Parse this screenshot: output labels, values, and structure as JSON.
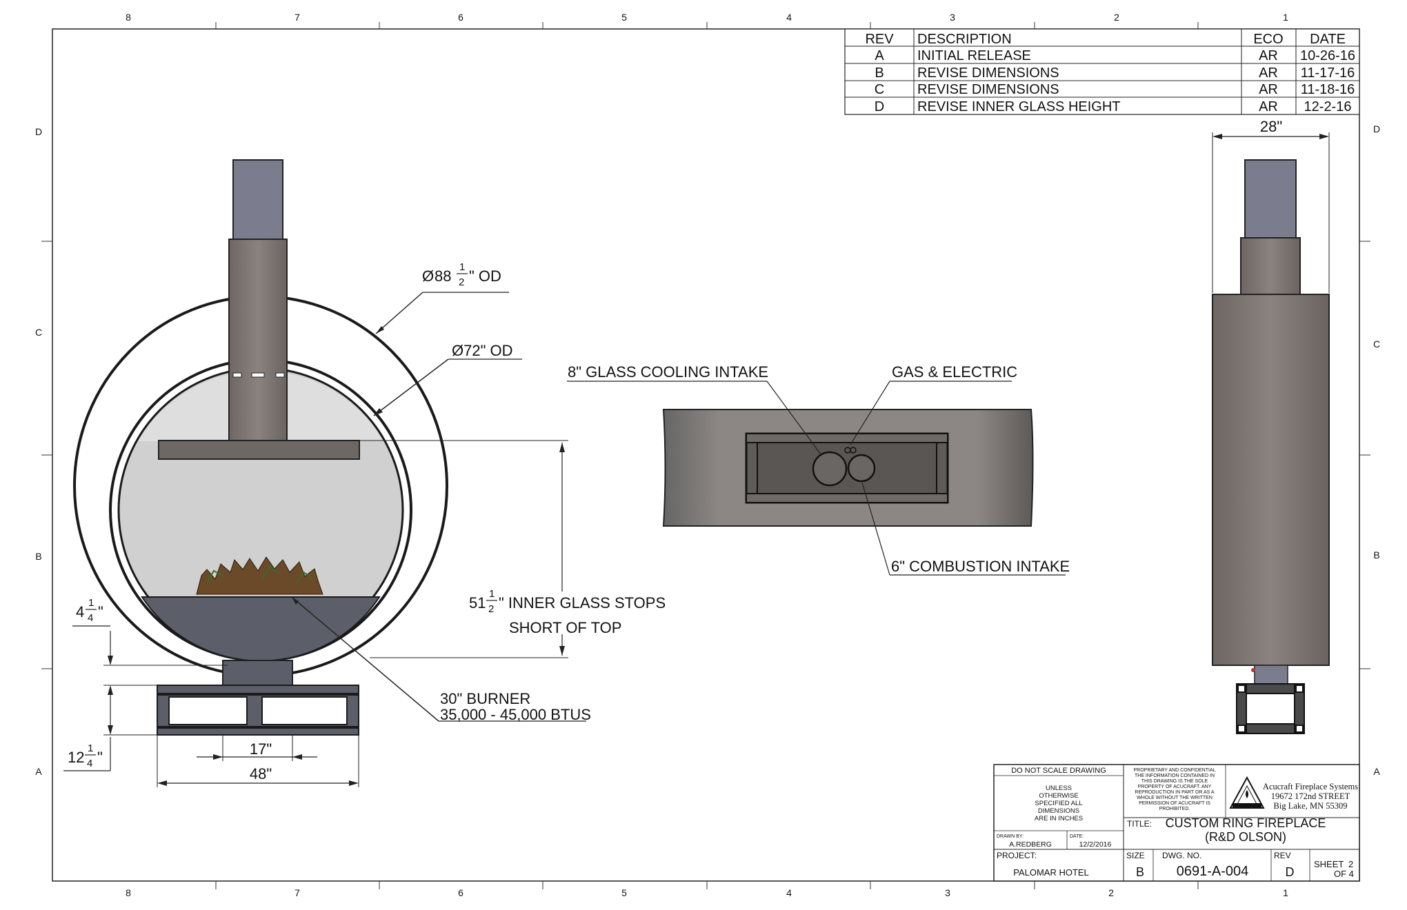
{
  "zones": {
    "top": [
      "8",
      "7",
      "6",
      "5",
      "4",
      "3",
      "2",
      "1"
    ],
    "bottom": [
      "8",
      "7",
      "6",
      "5",
      "4",
      "3",
      "2",
      "1"
    ],
    "left": [
      "D",
      "C",
      "B",
      "A"
    ],
    "right": [
      "D",
      "C",
      "B",
      "A"
    ]
  },
  "revisions": {
    "headers": {
      "rev": "REV",
      "description": "DESCRIPTION",
      "eco": "ECO",
      "date": "DATE"
    },
    "rows": [
      {
        "rev": "A",
        "description": "INITIAL RELEASE",
        "eco": "AR",
        "date": "10-26-16"
      },
      {
        "rev": "B",
        "description": "REVISE DIMENSIONS",
        "eco": "AR",
        "date": "11-17-16"
      },
      {
        "rev": "C",
        "description": "REVISE DIMENSIONS",
        "eco": "AR",
        "date": "11-18-16"
      },
      {
        "rev": "D",
        "description": "REVISE INNER GLASS HEIGHT",
        "eco": "AR",
        "date": "12-2-16"
      }
    ]
  },
  "front_view": {
    "outer_diameter": {
      "symbol": "Ø",
      "whole": "88",
      "num": "1",
      "den": "2",
      "suffix": "\" OD"
    },
    "inner_diameter": "Ø72\" OD",
    "glass_height": {
      "whole": "51",
      "num": "1",
      "den": "2",
      "suffix": "\" INNER GLASS STOPS",
      "line2": "SHORT OF TOP"
    },
    "burner": {
      "line1": "30\" BURNER",
      "line2": "35,000 - 45,000 BTUS"
    },
    "dim_upper": {
      "whole": "4",
      "num": "1",
      "den": "4",
      "suffix": "\""
    },
    "dim_lower": {
      "whole": "12",
      "num": "1",
      "den": "4",
      "suffix": "\""
    },
    "dim_base_inner": "17\"",
    "dim_base_width": "48\""
  },
  "top_view": {
    "cooling_intake": "8\" GLASS COOLING INTAKE",
    "gas_electric": "GAS & ELECTRIC",
    "combustion_intake": "6\" COMBUSTION INTAKE"
  },
  "side_view": {
    "width": "28\""
  },
  "title_block": {
    "do_not_scale": "DO NOT SCALE DRAWING",
    "units_note": [
      "UNLESS",
      "OTHERWISE",
      "SPECIFIED ALL",
      "DIMENSIONS",
      "ARE IN INCHES"
    ],
    "proprietary": [
      "PROPRIETARY AND CONFIDENTIAL",
      "THE INFORMATION CONTAINED IN",
      "THIS DRAWING IS THE SOLE",
      "PROPERTY OF ACUCRAFT. ANY",
      "REPRODUCTION IN PART OR AS A",
      "WHOLE WITHOUT THE WRITTEN",
      "PERMISSION OF ACUCRAFT IS",
      "PROHIBITED."
    ],
    "company": [
      "Acucraft Fireplace Systems",
      "19672 172nd STREET",
      "Big Lake, MN 55309"
    ],
    "drawn_by_label": "DRAWN BY:",
    "drawn_by": "A.REDBERG",
    "date_label": "DATE:",
    "date": "12/2/2016",
    "title_label": "TITLE:",
    "title_line1": "CUSTOM RING FIREPLACE",
    "title_line2": "(R&D OLSON)",
    "project_label": "PROJECT:",
    "project": "PALOMAR HOTEL",
    "size_label": "SIZE",
    "size": "B",
    "dwg_label": "DWG.  NO.",
    "dwg_no": "0691-A-004",
    "rev_label": "REV",
    "rev": "D",
    "sheet_label": "SHEET",
    "sheet_num": "2",
    "sheet_of": "OF 4"
  },
  "colors": {
    "steel": "#77706c",
    "steel_dark": "#5a5552",
    "pipe": "#7b7d8e",
    "glass": "#cfcfd0",
    "burner_tray": "#5c5f69",
    "flame": "#6b4a2a"
  }
}
